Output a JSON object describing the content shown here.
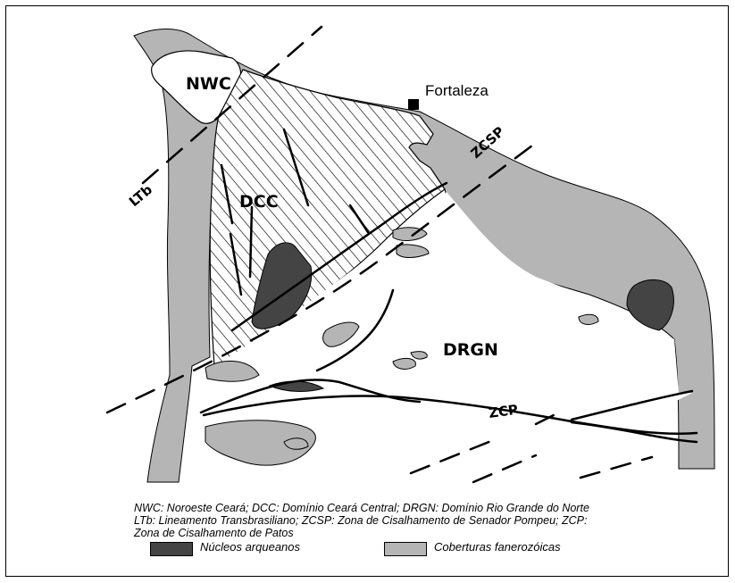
{
  "map": {
    "regions": {
      "nwc": "NWC",
      "dcc": "DCC",
      "drgn": "DRGN"
    },
    "structures": {
      "ltb": "LTb",
      "zcsp": "ZCSP",
      "zcp": "ZCP"
    },
    "city": "Fortaleza",
    "colors": {
      "phanerozoic_cover": "#b5b5b5",
      "archean_nuclei": "#444444",
      "line": "#000000"
    }
  },
  "legend": {
    "abbreviations_line1": "NWC: Noroeste Ceará; DCC: Domínio Ceará Central; DRGN: Domínio Rio Grande do Norte",
    "abbreviations_line2": "LTb: Lineamento Transbrasiliano; ZCSP: Zona de Cisalhamento de Senador Pompeu; ZCP:",
    "abbreviations_line3": "Zona de Cisalhamento de Patos",
    "archean_label": "Núcleos arqueanos",
    "phanerozoic_label": "Coberturas fanerozóicas"
  }
}
